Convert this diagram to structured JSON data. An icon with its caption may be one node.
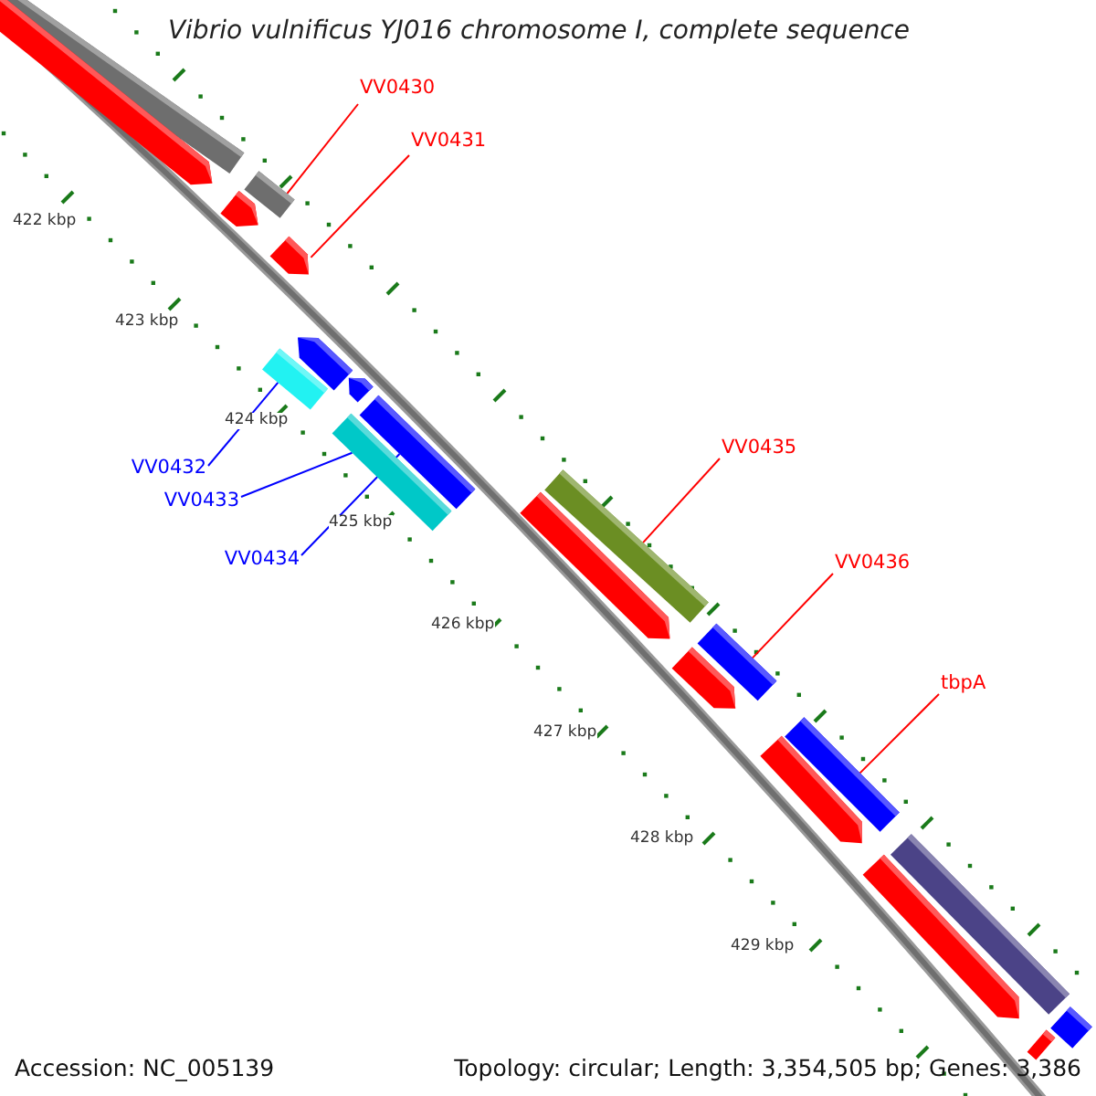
{
  "diagram": {
    "title": "Vibrio vulnificus YJ016 chromosome I, complete sequence",
    "nodes": [
      {
        "text": [
          "VV0430"
        ]
      },
      {
        "text": [
          "VV0431"
        ]
      },
      {
        "text": [
          "VV0432"
        ]
      },
      {
        "text": [
          "VV0433"
        ]
      },
      {
        "text": [
          "VV0434"
        ]
      },
      {
        "text": [
          "VV0435"
        ]
      },
      {
        "text": [
          "VV0436"
        ]
      },
      {
        "text": [
          "tbpA"
        ]
      },
      {
        "text": [],
        "shape": "bar"
      },
      {
        "text": [],
        "shape": "arrow"
      },
      {
        "text": [],
        "shape": "bar"
      },
      {
        "text": [],
        "shape": "arrow"
      },
      {
        "text": [],
        "shape": "arrow"
      },
      {
        "text": [],
        "shape": "arrow"
      },
      {
        "text": [],
        "shape": "arrow"
      },
      {
        "text": [],
        "shape": "bar"
      },
      {
        "text": [],
        "shape": "bar"
      },
      {
        "text": [],
        "shape": "bar"
      },
      {
        "text": [],
        "shape": "arrow"
      },
      {
        "text": [],
        "shape": "bar"
      },
      {
        "text": [],
        "shape": "arrow"
      },
      {
        "text": [],
        "shape": "bar"
      },
      {
        "text": [],
        "shape": "arrow"
      },
      {
        "text": [],
        "shape": "bar"
      },
      {
        "text": [],
        "shape": "arrow"
      },
      {
        "text": [],
        "shape": "bar"
      },
      {
        "text": [],
        "shape": "bar"
      },
      {
        "text": [],
        "shape": "bar"
      }
    ],
    "edges": [
      {
        "from": 0,
        "to": 10,
        "arrow": "none"
      },
      {
        "from": 1,
        "to": 12,
        "arrow": "none"
      },
      {
        "from": 2,
        "to": 15,
        "arrow": "none",
        "color": "#0000ff"
      },
      {
        "from": 3,
        "to": 17,
        "arrow": "none",
        "color": "#0000ff"
      },
      {
        "from": 4,
        "to": 16,
        "arrow": "none",
        "color": "#0000ff"
      },
      {
        "from": 5,
        "to": 19,
        "arrow": "none"
      },
      {
        "from": 6,
        "to": 21,
        "arrow": "none"
      },
      {
        "from": 7,
        "to": 23,
        "arrow": "none"
      }
    ],
    "labels": [
      "422 kbp",
      "423 kbp",
      "424 kbp",
      "425 kbp",
      "426 kbp",
      "427 kbp",
      "428 kbp",
      "429 kbp",
      "Accession: NC_005139",
      "Topology: circular; Length: 3,354,505 bp; Genes: 3,386"
    ]
  }
}
